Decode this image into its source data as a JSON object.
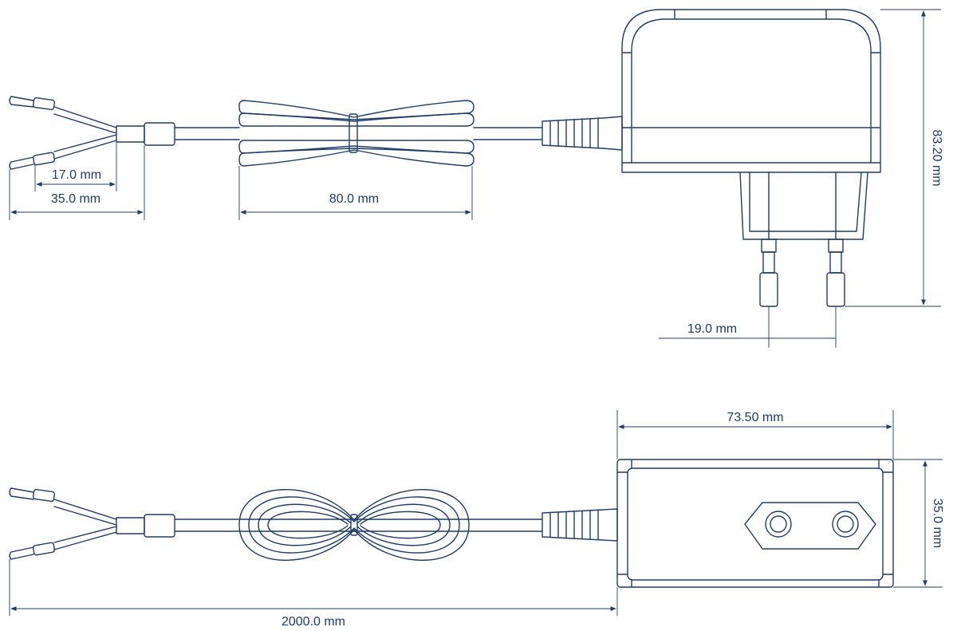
{
  "dimensions": {
    "tip_length": "17.0 mm",
    "strip_length": "35.0 mm",
    "cable_coil_width": "80.0 mm",
    "adapter_height": "83.20 mm",
    "pin_spacing": "19.0 mm",
    "adapter_width": "73.50 mm",
    "adapter_depth": "35.0 mm",
    "cable_length": "2000.0 mm"
  },
  "colors": {
    "line": "#1f3d6b",
    "background": "#ffffff"
  }
}
